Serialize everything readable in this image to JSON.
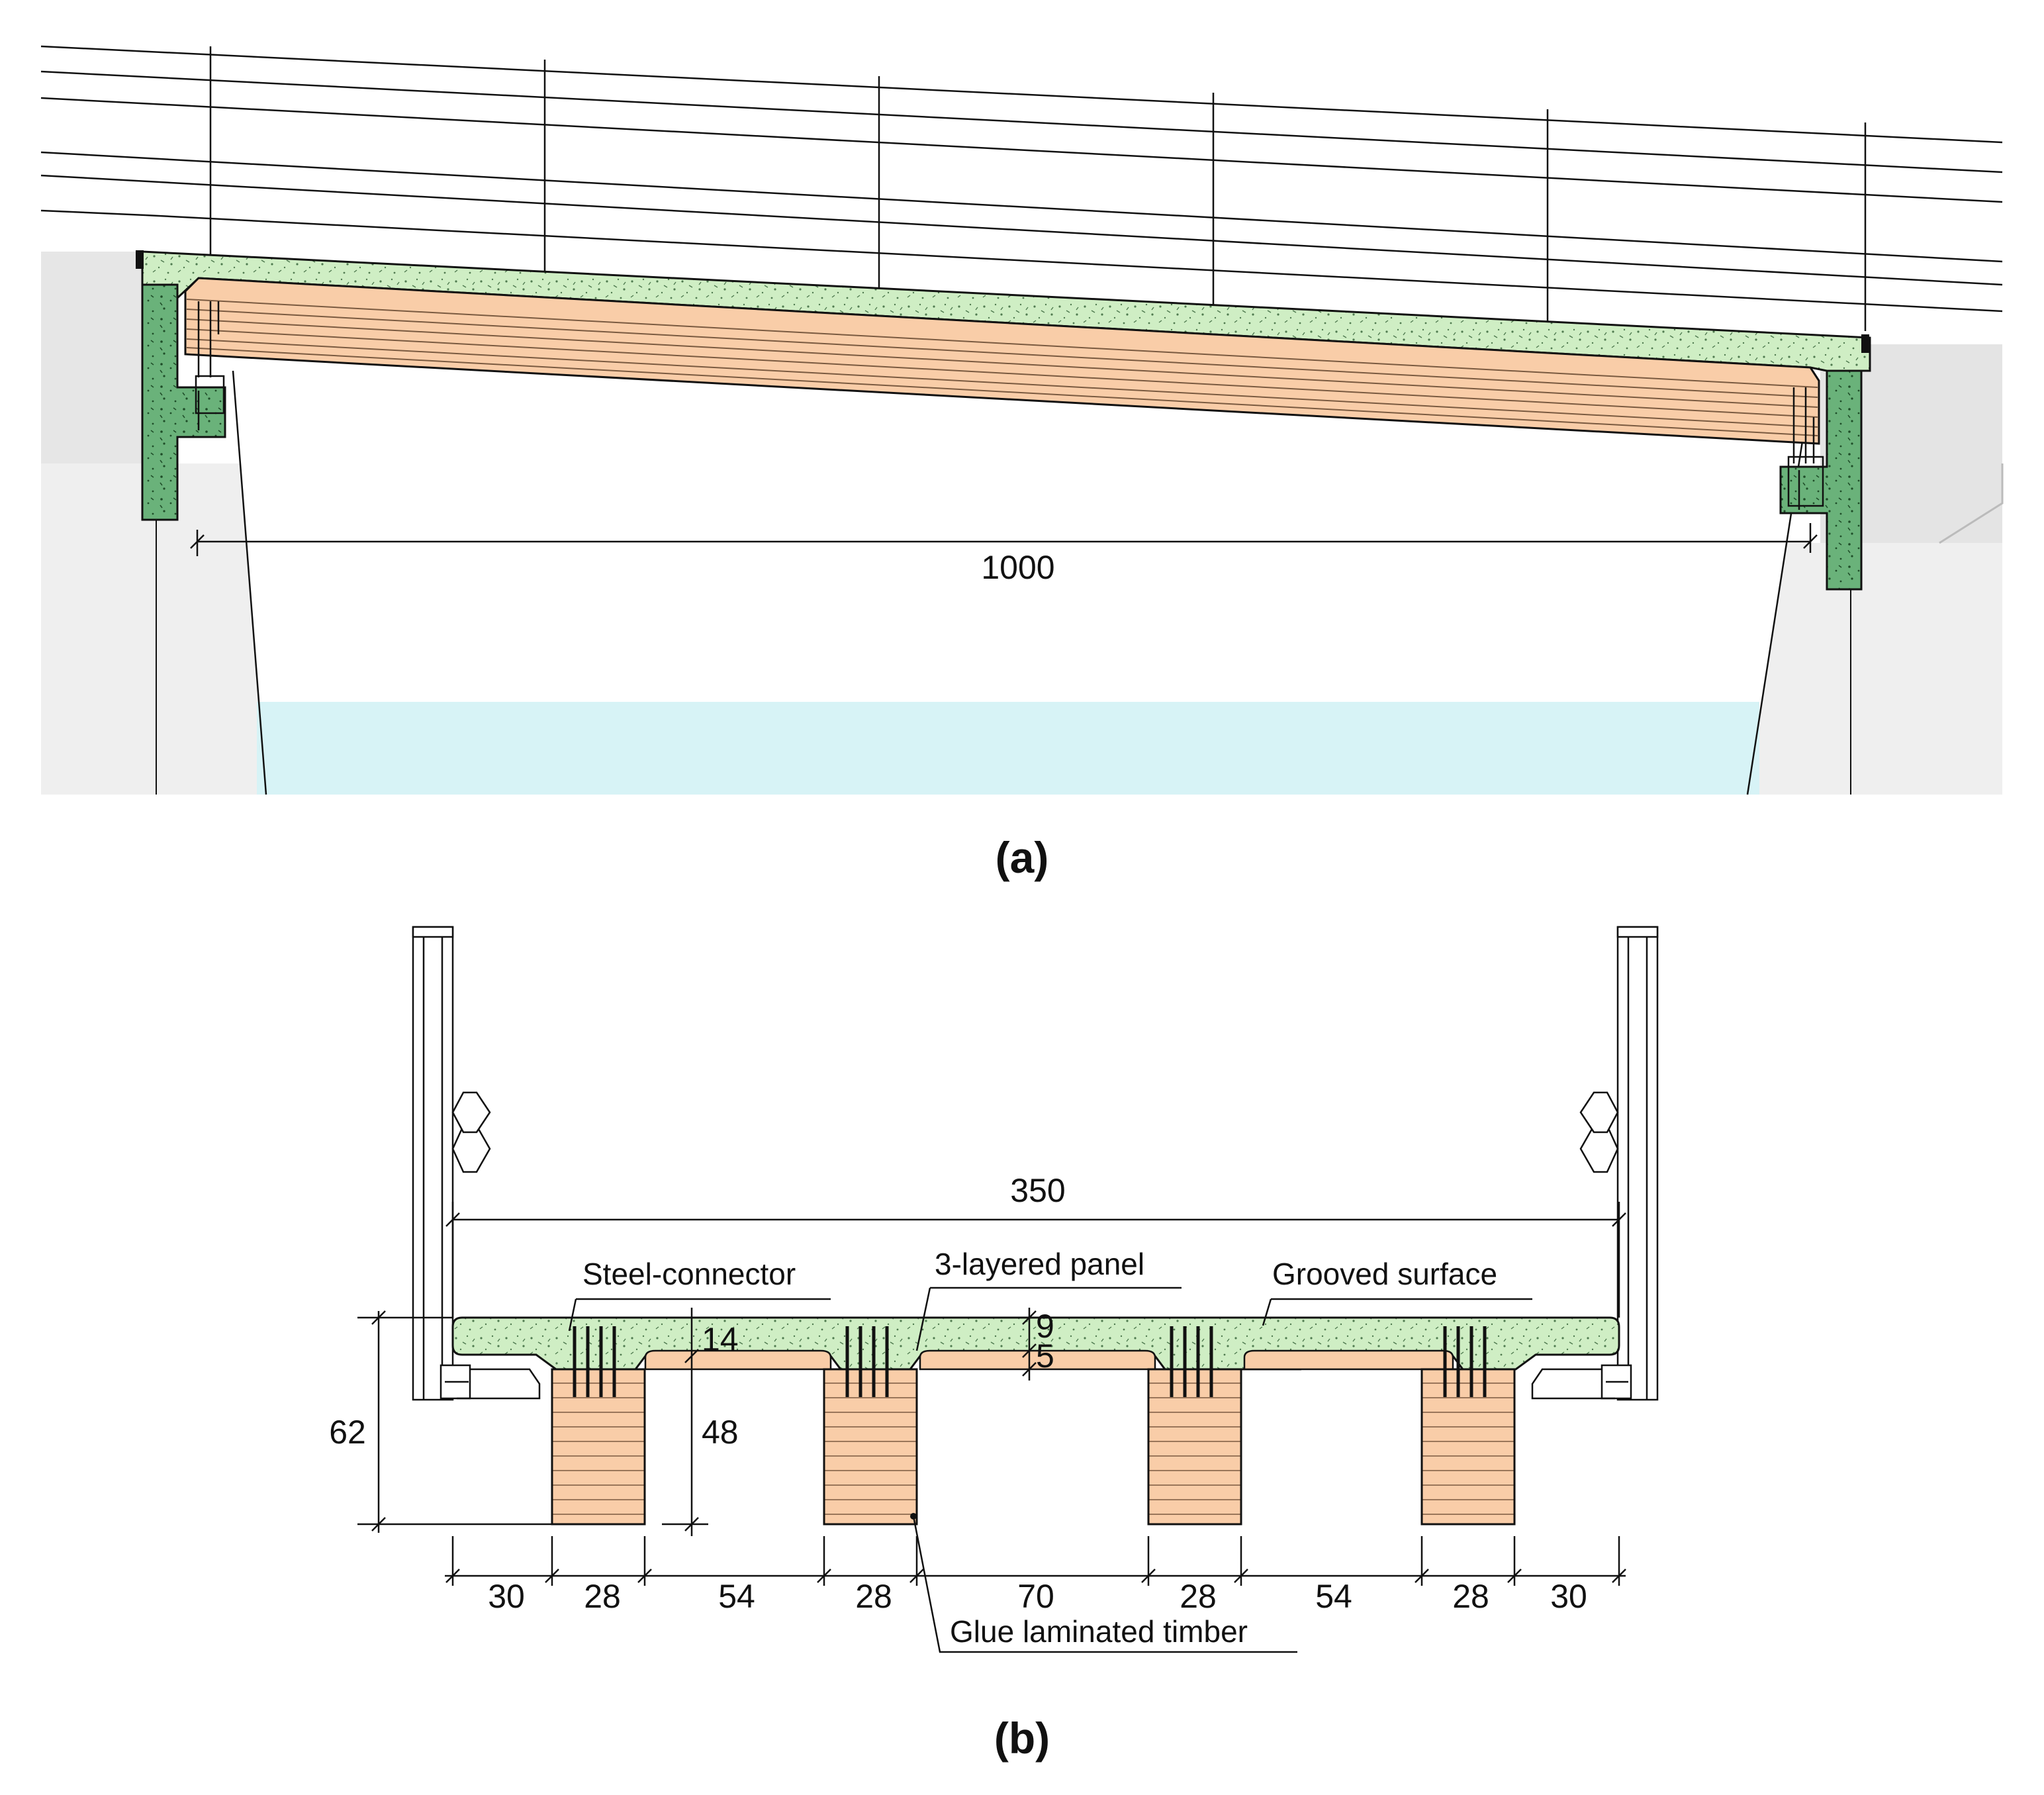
{
  "figure_a": {
    "caption": "(a)",
    "span_dimension": "1000"
  },
  "figure_b": {
    "caption": "(b)",
    "width_dimension": "350",
    "height_dimension": "62",
    "flange_dimension": "14",
    "web_dimension": "48",
    "panel_top_dimension": "9",
    "panel_bottom_dimension": "5",
    "bottom_dimensions": [
      "30",
      "28",
      "54",
      "28",
      "70",
      "28",
      "54",
      "28",
      "30"
    ],
    "labels": {
      "steel_connector": "Steel-connector",
      "layered_panel": "3-layered panel",
      "grooved_surface": "Grooved surface",
      "glulam": "Glue laminated timber"
    }
  },
  "colors": {
    "concrete": "#cfeec4",
    "timber": "#f9cda8",
    "abutment": "#6ab27a",
    "ground": "#e4e4e4",
    "water": "#dff5f7",
    "line": "#111111"
  }
}
